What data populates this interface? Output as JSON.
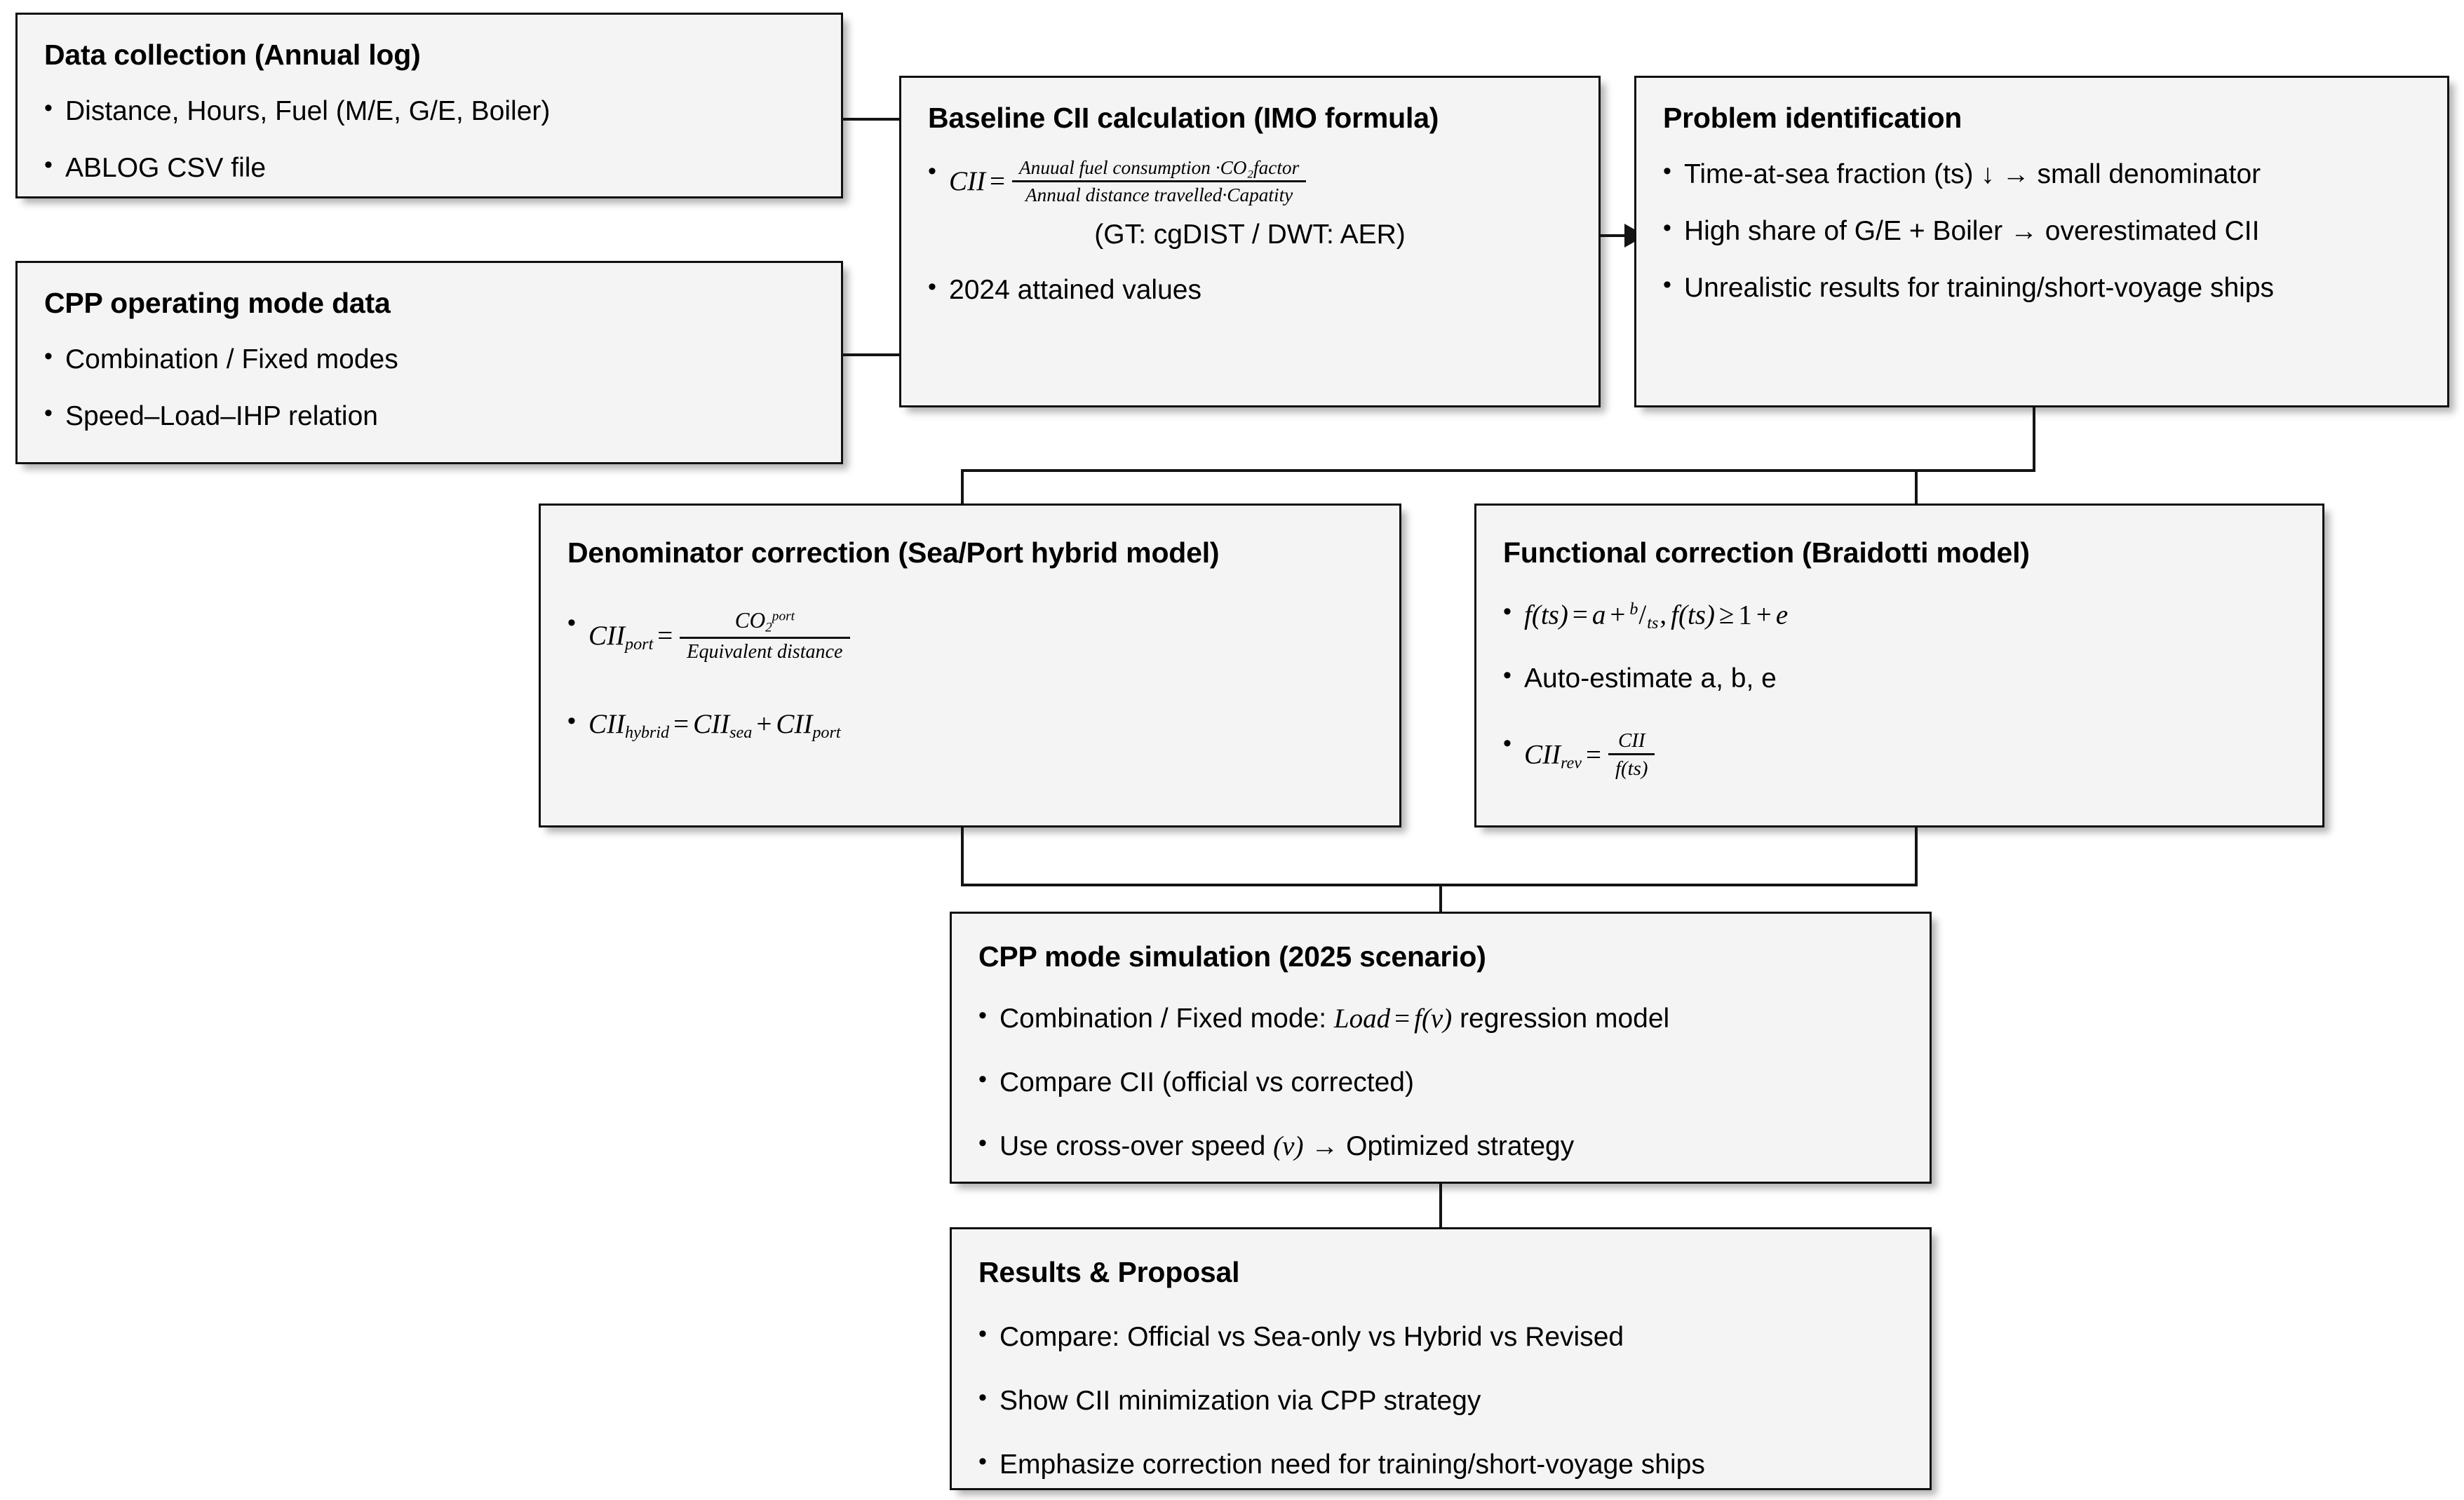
{
  "diagram": {
    "title": "CII calculation and correction methodology flowchart",
    "box_fill": "#f4f4f4",
    "box_border": "#101010",
    "connector_color": "#141414"
  },
  "nodes": {
    "data_collection": {
      "title": "Data collection (Annual log)",
      "bullets": [
        "Distance, Hours, Fuel (M/E, G/E, Boiler)",
        "ABLOG CSV file"
      ]
    },
    "cpp_mode_data": {
      "title": "CPP operating mode data",
      "bullets": [
        "Combination / Fixed modes",
        "Speed–Load–IHP relation"
      ]
    },
    "baseline_cii": {
      "title": "Baseline CII calculation (IMO formula)",
      "formula": {
        "lhs": "CII",
        "equals": "=",
        "numerator": "Anuual fuel consumption ·CO₂factor",
        "denominator": "Annual distance travelled·Capatity"
      },
      "note": "(GT: cgDIST / DWT: AER)",
      "bullets": [
        "2024 attained values"
      ]
    },
    "problem_identification": {
      "title": "Problem identification",
      "bullets": [
        "Time-at-sea fraction (ts) ↓ → small denominator",
        "High share of G/E + Boiler → overestimated CII",
        "Unrealistic results for training/short-voyage ships"
      ]
    },
    "denominator_correction": {
      "title": "Denominator correction (Sea/Port hybrid model)",
      "formula_port": {
        "lhs": "CII",
        "lhs_sub": "port",
        "equals": "=",
        "numerator_base": "CO",
        "numerator_sub": "2",
        "numerator_sup": "port",
        "denominator": "Equivalent distance"
      },
      "formula_hybrid": {
        "lhs": "CII",
        "lhs_sub": "hybrid",
        "equals": "=",
        "term1": "CII",
        "term1_sub": "sea",
        "plus": "+",
        "term2": "CII",
        "term2_sub": "port"
      }
    },
    "functional_correction": {
      "title": "Functional correction (Braidotti model)",
      "formula_fts": {
        "lhs": "f(ts)",
        "equals": "=",
        "a": "a",
        "plus": "+",
        "frac_num": "b",
        "frac_den": "ts",
        "comma": ",",
        "fts2": "f(ts)",
        "geq": "≥",
        "one": "1",
        "plus2": "+",
        "e": "e"
      },
      "bullet_auto": "Auto-estimate a, b, e",
      "formula_rev": {
        "lhs": "CII",
        "lhs_sub": "rev",
        "equals": "=",
        "numerator": "CII",
        "denominator": "f(ts)"
      }
    },
    "cpp_simulation": {
      "title": "CPP mode simulation (2025 scenario)",
      "bullet1_pre": "Combination / Fixed mode: ",
      "bullet1_math_load": "Load",
      "bullet1_math_eq": "=",
      "bullet1_math_fv": "f(v)",
      "bullet1_post": " regression model",
      "bullet2": "Compare CII (official vs corrected)",
      "bullet3_pre": "Use cross-over speed ",
      "bullet3_math": "(v)",
      "bullet3_post": " → Optimized strategy"
    },
    "results_proposal": {
      "title": "Results & Proposal",
      "bullets": [
        "Compare: Official vs Sea-only vs Hybrid vs Revised",
        "Show CII minimization via CPP strategy",
        "Emphasize correction need for training/short-voyage ships"
      ]
    }
  }
}
